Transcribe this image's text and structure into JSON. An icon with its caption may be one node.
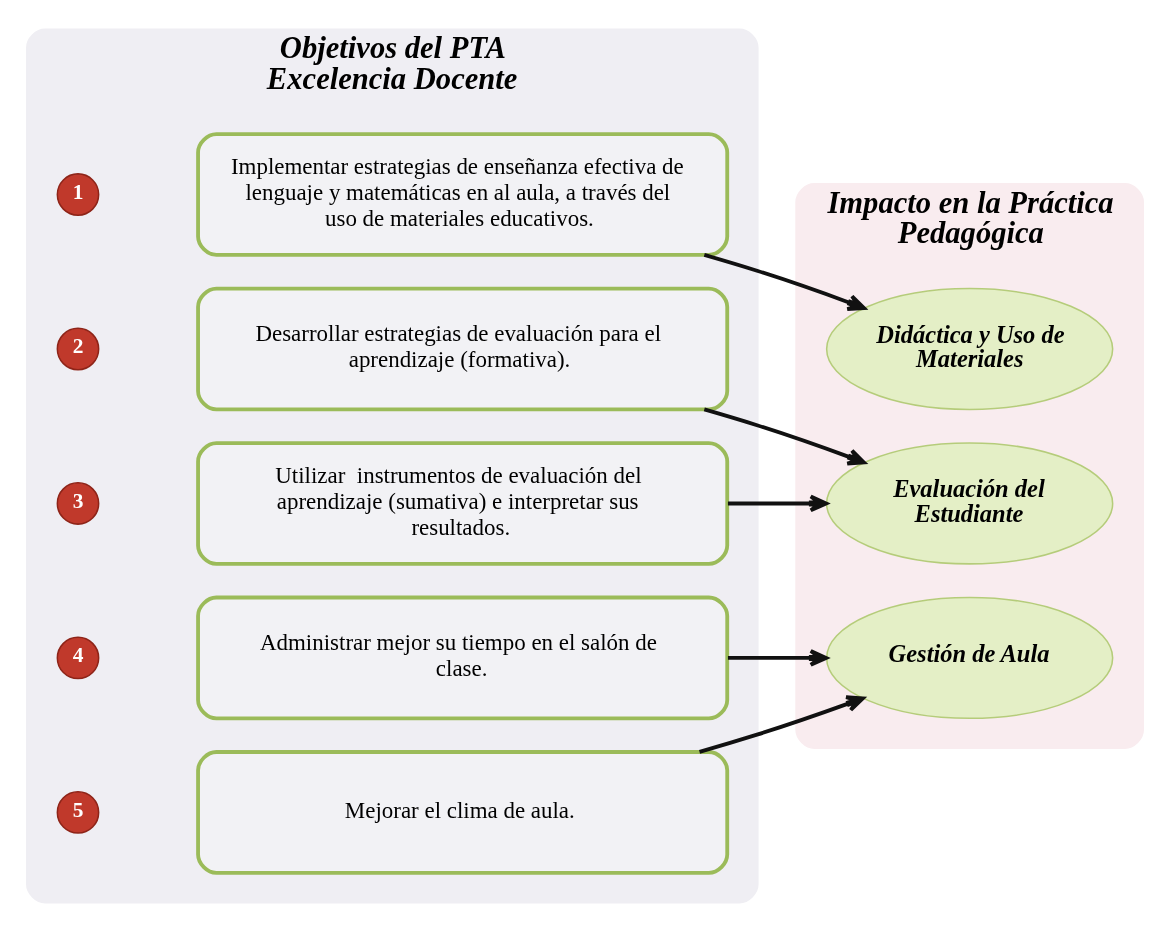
{
  "diagram": {
    "nodes": [
      {
        "text": [
          "Objetivos del PTA Excelencia Docente"
        ]
      },
      {
        "text": [
          "1"
        ],
        "in": 0
      },
      {
        "text": [
          "Implementar estrategias de enseñanza efectiva de lenguaje y matemáticas en al aula, a través del uso de materiales educativos."
        ],
        "in": 0
      },
      {
        "text": [
          "2"
        ],
        "in": 0
      },
      {
        "text": [
          "Desarrollar estrategias de evaluación para el aprendizaje (formativa)."
        ],
        "in": 0
      },
      {
        "text": [
          "3"
        ],
        "in": 0
      },
      {
        "text": [
          "Utilizar  instrumentos de evaluación del aprendizaje (sumativa) e interpretar sus resultados."
        ],
        "in": 0
      },
      {
        "text": [
          "4"
        ],
        "in": 0
      },
      {
        "text": [
          "Administrar mejor su tiempo en el salón de clase."
        ],
        "in": 0
      },
      {
        "text": [
          "5"
        ],
        "in": 0
      },
      {
        "text": [
          "Mejorar el clima de aula."
        ],
        "in": 0
      },
      {
        "text": [
          "Impacto en la Práctica Pedagógica"
        ]
      },
      {
        "text": [
          "Didáctica y Uso de Materiales"
        ],
        "in": 11
      },
      {
        "text": [
          "Evaluación del Estudiante"
        ],
        "in": 11
      },
      {
        "text": [
          "Gestión de Aula"
        ],
        "in": 11
      }
    ],
    "edges": [
      {
        "from": 2,
        "to": 12,
        "arrow": "to"
      },
      {
        "from": 4,
        "to": 13,
        "arrow": "to"
      },
      {
        "from": 6,
        "to": 13,
        "arrow": "to"
      },
      {
        "from": 8,
        "to": 14,
        "arrow": "to"
      },
      {
        "from": 10,
        "to": 14,
        "arrow": "to"
      }
    ]
  }
}
